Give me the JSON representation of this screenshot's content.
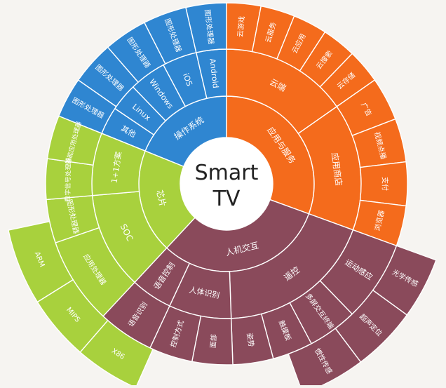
{
  "center": {
    "line1": "Smart",
    "line2": "TV"
  },
  "colors": {
    "os": "#2f86d1",
    "app": "#f46b1c",
    "hci": "#8a4a5b",
    "chip": "#a8d13d",
    "center_bg": "#ffffff"
  },
  "segments": [
    {
      "name": "os-ring",
      "label": "操作系统",
      "group": "os"
    },
    {
      "name": "app-ring",
      "label": "应用与服务",
      "group": "app"
    },
    {
      "name": "hci-ring",
      "label": "人机交互",
      "group": "hci"
    },
    {
      "name": "chip-ring",
      "label": "芯片",
      "group": "chip"
    },
    {
      "name": "os-other",
      "label": "其他",
      "group": "os"
    },
    {
      "name": "os-linux",
      "label": "Linux",
      "group": "os"
    },
    {
      "name": "os-windows",
      "label": "Windows",
      "group": "os"
    },
    {
      "name": "os-ios",
      "label": "iOS",
      "group": "os"
    },
    {
      "name": "os-android",
      "label": "Android",
      "group": "os"
    },
    {
      "name": "app-cloud",
      "label": "云端",
      "group": "app"
    },
    {
      "name": "app-store",
      "label": "应用商店",
      "group": "app"
    },
    {
      "name": "hci-remote",
      "label": "遥控",
      "group": "hci"
    },
    {
      "name": "hci-body",
      "label": "人体识别",
      "group": "hci"
    },
    {
      "name": "hci-voice",
      "label": "语音控制",
      "group": "hci"
    },
    {
      "name": "chip-soc",
      "label": "SOC",
      "group": "chip"
    },
    {
      "name": "chip-1plus1",
      "label": "1+1方案",
      "group": "chip"
    },
    {
      "name": "os-gpu-1",
      "label": "图形处理器",
      "group": "os"
    },
    {
      "name": "os-gpu-2",
      "label": "图形处理器",
      "group": "os"
    },
    {
      "name": "os-gpu-3",
      "label": "图形处理器",
      "group": "os"
    },
    {
      "name": "os-gpu-4",
      "label": "图形处理器",
      "group": "os"
    },
    {
      "name": "os-gpu-5",
      "label": "图形处理器",
      "group": "os"
    },
    {
      "name": "app-cloud-play",
      "label": "云游戏",
      "group": "app"
    },
    {
      "name": "app-cloud-service",
      "label": "云服务",
      "group": "app"
    },
    {
      "name": "app-cloud-app",
      "label": "云应用",
      "group": "app"
    },
    {
      "name": "app-cloud-search",
      "label": "云搜索",
      "group": "app"
    },
    {
      "name": "app-cloud-storage",
      "label": "云存储",
      "group": "app"
    },
    {
      "name": "app-ads",
      "label": "广告",
      "group": "app"
    },
    {
      "name": "app-vod",
      "label": "视频点播",
      "group": "app"
    },
    {
      "name": "app-pay",
      "label": "支付",
      "group": "app"
    },
    {
      "name": "app-browser",
      "label": "浏览器",
      "group": "app"
    },
    {
      "name": "hci-motion",
      "label": "运动感应",
      "group": "hci"
    },
    {
      "name": "hci-multiscreen",
      "label": "多屏交互终端",
      "group": "hci"
    },
    {
      "name": "hci-touchpad",
      "label": "触摸板",
      "group": "hci"
    },
    {
      "name": "hci-gesture",
      "label": "姿势",
      "group": "hci"
    },
    {
      "name": "hci-face",
      "label": "面部",
      "group": "hci"
    },
    {
      "name": "hci-control-mode",
      "label": "控制方式",
      "group": "hci"
    },
    {
      "name": "hci-voice-recog",
      "label": "语音识别",
      "group": "hci"
    },
    {
      "name": "chip-app-proc",
      "label": "应用处理器",
      "group": "chip"
    },
    {
      "name": "chip-gpu",
      "label": "图形处理器",
      "group": "chip"
    },
    {
      "name": "chip-dsp",
      "label": "数字信号处理器",
      "group": "chip"
    },
    {
      "name": "chip-smart-app",
      "label": "智能应用处理器",
      "group": "chip"
    },
    {
      "name": "hci-optical",
      "label": "光学传感",
      "group": "hci"
    },
    {
      "name": "hci-ultrasonic",
      "label": "超声定位",
      "group": "hci"
    },
    {
      "name": "hci-inertial",
      "label": "惯性传感",
      "group": "hci"
    },
    {
      "name": "chip-arm",
      "label": "ARM",
      "group": "chip"
    },
    {
      "name": "chip-mips",
      "label": "MIPS",
      "group": "chip"
    },
    {
      "name": "chip-x86",
      "label": "X86",
      "group": "chip"
    }
  ]
}
